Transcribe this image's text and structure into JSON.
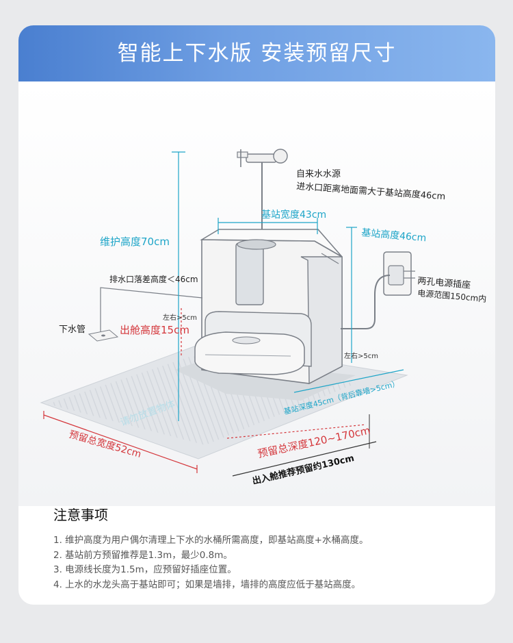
{
  "header": {
    "title": "智能上下水版  安装预留尺寸"
  },
  "labels": {
    "maintenance_height": "维护高度70cm",
    "water_source": "自来水水源",
    "water_source_note": "进水口距离地面需大于基站高度46cm",
    "station_width": "基站宽度43cm",
    "station_height": "基站高度46cm",
    "socket": "两孔电源插座",
    "socket_note": "电源范围150cm内",
    "drain_drop": "排水口落差高度＜46cm",
    "drain_pipe": "下水管",
    "side_gap_left": "左右>5cm",
    "exit_height": "出舱高度15cm",
    "side_gap_right": "左右>5cm",
    "station_depth": "基站深度45cm（背后靠墙>5cm）",
    "floor_text": "请勿放置物体",
    "total_width": "预留总宽度52cm",
    "total_depth": "预留总深度120~170cm",
    "exit_recommend": "出入舱推荐预留约130cm"
  },
  "colors": {
    "accent": "#1ea5c8",
    "warning": "#d4363b",
    "banner": "#5b8fd9"
  },
  "notes": {
    "title": "注意事项",
    "items": [
      "1. 维护高度为用户偶尔清理上下水的水桶所需高度，即基站高度+水桶高度。",
      "2. 基站前方预留推荐是1.3m，最少0.8m。",
      "3. 电源线长度为1.5m，应预留好插座位置。",
      "4. 上水的水龙头高于基站即可；如果是墙排，墙排的高度应低于基站高度。"
    ]
  }
}
